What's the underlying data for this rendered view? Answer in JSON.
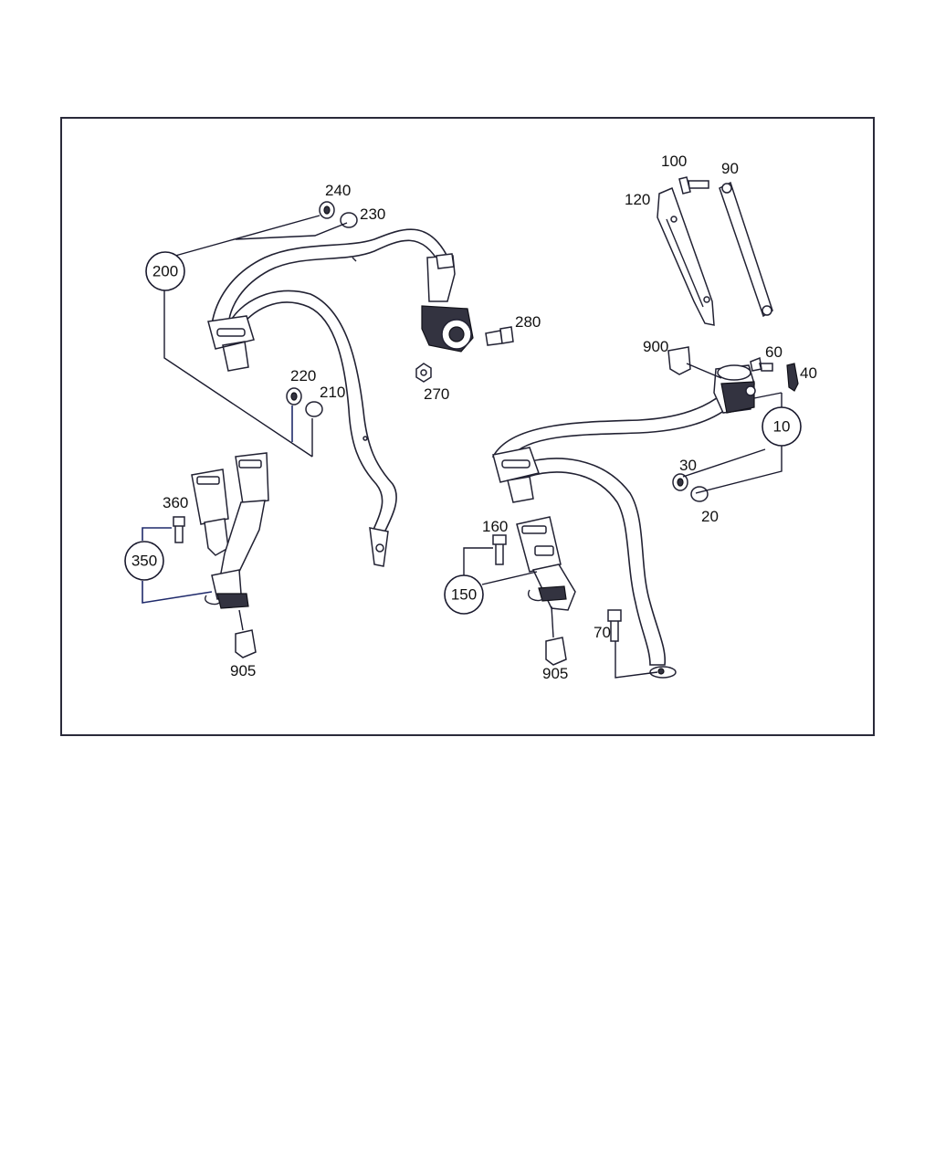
{
  "callouts": {
    "c200": "200",
    "c350": "350",
    "c150": "150",
    "c10": "10"
  },
  "labels": {
    "l240": "240",
    "l230": "230",
    "l280": "280",
    "l270": "270",
    "l220": "220",
    "l210": "210",
    "l360": "360",
    "l905a": "905",
    "l160": "160",
    "l905b": "905",
    "l70": "70",
    "l100": "100",
    "l90": "90",
    "l120": "120",
    "l900": "900",
    "l60": "60",
    "l40": "40",
    "l30": "30",
    "l20": "20"
  },
  "colors": {
    "frame": "#2a2a3a",
    "leader_blue": "#1f2a6b",
    "ink": "#111111"
  }
}
